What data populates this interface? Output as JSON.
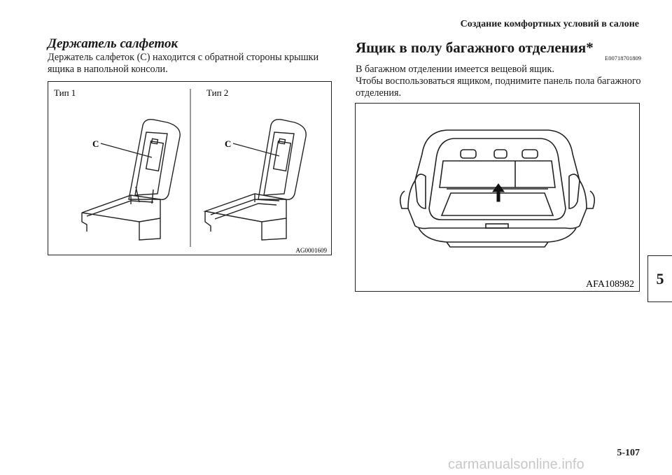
{
  "header": {
    "title": "Создание комфортных условий в салоне"
  },
  "left": {
    "heading": "Держатель салфеток",
    "paragraph": "Держатель салфеток (C) находится с обратной стороны крышки ящика в напольной консоли.",
    "figure": {
      "type1_label": "Тип 1",
      "type2_label": "Тип 2",
      "callout": "C",
      "figure_id": "AG0001609"
    }
  },
  "right": {
    "heading": "Ящик в полу багажного отделения*",
    "code": "E00718701809",
    "paragraph_line1": "В багажном отделении имеется вещевой ящик.",
    "paragraph_line2": "Чтобы воспользоваться ящиком, поднимите панель пола багажного отделения.",
    "figure": {
      "figure_id": "AFA108982"
    }
  },
  "chapter_tab": "5",
  "page_number": "5-107",
  "watermark": "carmanualsonline.info"
}
